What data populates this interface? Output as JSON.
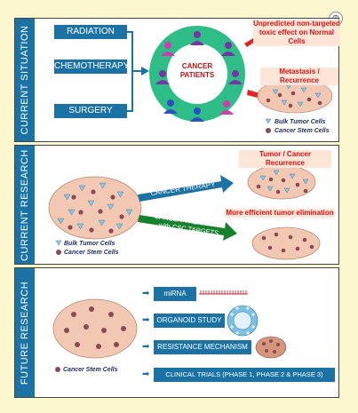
{
  "sections": {
    "current_situation": "CURRENT SITUATION",
    "current_research": "CURRENT RESEARCH",
    "future_research": "FUTURE RESEARCH"
  },
  "treatments": [
    "RADIATION",
    "CHEMOTHERAPY",
    "SURGERY"
  ],
  "patients_label": "CANCER\nPATIENTS",
  "toxic_text": "Unpredicted non-targeted toxic effect on Normal Cells",
  "metastasis_text": "Metastasis / Recurrence",
  "legend": {
    "bulk": "Bulk Tumor Cells",
    "csc": "Cancer Stem Cells"
  },
  "recurrence_text": "Tumor / Cancer Recurrence",
  "efficient_text": "More efficient tumor elimination",
  "cancer_therapy": "CANCER THERAPY",
  "csc_therapy_line1": "CANCER THERAPY",
  "csc_therapy_line2": "with CSC TARGETS",
  "future_items": [
    "miRNA",
    "ORGANOID STUDY",
    "RESISTANCE MECHANISM",
    "CLINICAL TRIALS (PHASE 1, PHASE 2 & PHASE 3)"
  ],
  "colors": {
    "blue": "#1b73a5",
    "red": "#d51010",
    "green": "#17822d",
    "tumor": "#f3c8b2"
  },
  "icons": {
    "corner": "zoom-icon"
  }
}
